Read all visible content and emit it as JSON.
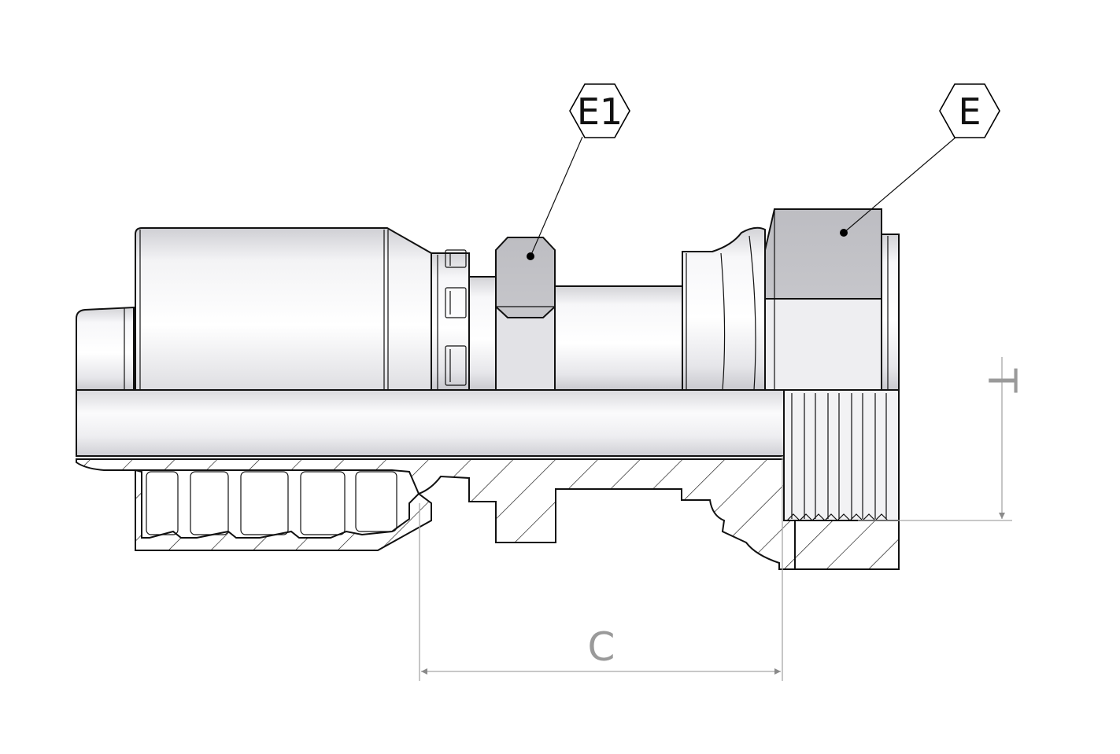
{
  "callouts": {
    "e1": {
      "label": "E1"
    },
    "e": {
      "label": "E"
    }
  },
  "dimensions": {
    "c": {
      "label": "C"
    },
    "t": {
      "label": "T"
    }
  },
  "colors": {
    "metal_light": "#f4f4f6",
    "metal_mid": "#d8d8dc",
    "metal_dark": "#b9b9bf",
    "nut_face": "#c6c6ca",
    "line": "#111111",
    "dimension": "#a8a8a8"
  }
}
